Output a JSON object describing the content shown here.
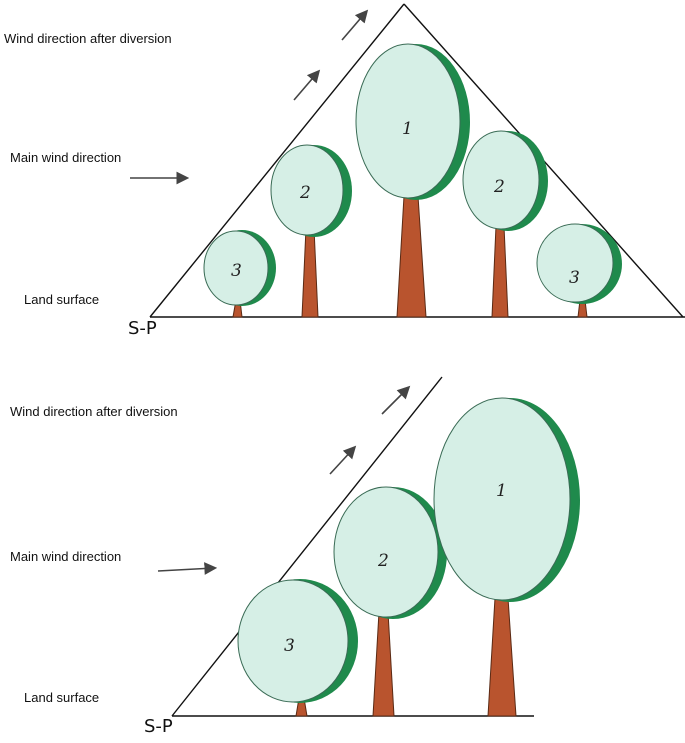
{
  "panels": [
    {
      "wind_after_label": "Wind direction after diversion",
      "main_wind_label": "Main wind direction",
      "land_label": "Land surface",
      "sp_label": "S-P",
      "trees": [
        {
          "number": "3"
        },
        {
          "number": "2"
        },
        {
          "number": "1"
        },
        {
          "number": "2"
        },
        {
          "number": "3"
        }
      ]
    },
    {
      "wind_after_label": "Wind direction after diversion",
      "main_wind_label": "Main wind direction",
      "land_label": "Land surface",
      "sp_label": "S-P",
      "trees": [
        {
          "number": "3"
        },
        {
          "number": "2"
        },
        {
          "number": "1"
        }
      ]
    }
  ],
  "colors": {
    "crown_fill": "#d6efe6",
    "crown_edge": "#1f8a4c",
    "trunk": "#b9542e",
    "line": "#111111",
    "arrow": "#444444"
  }
}
